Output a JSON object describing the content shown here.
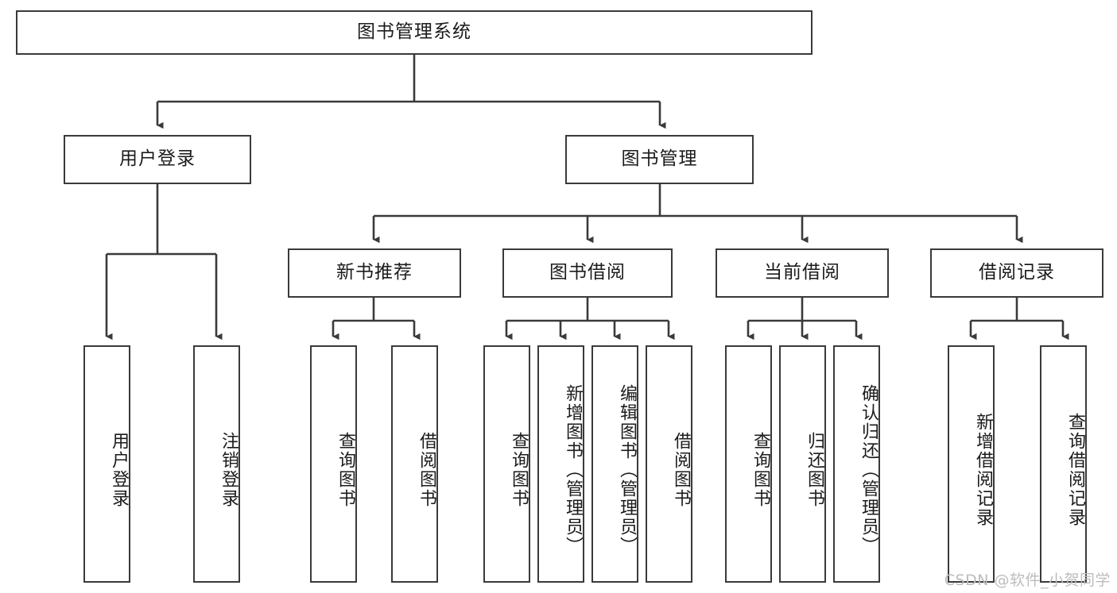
{
  "diagram": {
    "type": "hierarchy-tree",
    "root": {
      "label": "图书管理系统"
    },
    "level2": [
      {
        "label": "用户登录"
      },
      {
        "label": "图书管理"
      }
    ],
    "level3": [
      {
        "label": "新书推荐"
      },
      {
        "label": "图书借阅"
      },
      {
        "label": "当前借阅"
      },
      {
        "label": "借阅记录"
      }
    ],
    "leaves": {
      "user_login": [
        {
          "label": "用户登录"
        },
        {
          "label": "注销登录"
        }
      ],
      "new_book_recommend": [
        {
          "label": "查询图书"
        },
        {
          "label": "借阅图书"
        }
      ],
      "book_borrow": [
        {
          "label": "查询图书"
        },
        {
          "label": "新增图书（管理员）"
        },
        {
          "label": "编辑图书（管理员）"
        },
        {
          "label": "借阅图书"
        }
      ],
      "current_borrow": [
        {
          "label": "查询图书"
        },
        {
          "label": "归还图书"
        },
        {
          "label": "确认归还（管理员）"
        }
      ],
      "borrow_record": [
        {
          "label": "新增借阅记录"
        },
        {
          "label": "查询借阅记录"
        }
      ]
    }
  },
  "watermark": {
    "text": "CSDN @软件_小贺同学"
  },
  "colors": {
    "border": "#3a3a3a",
    "text": "#1b1b1b",
    "background": "#ffffff",
    "watermark": "#bcbcbc"
  }
}
